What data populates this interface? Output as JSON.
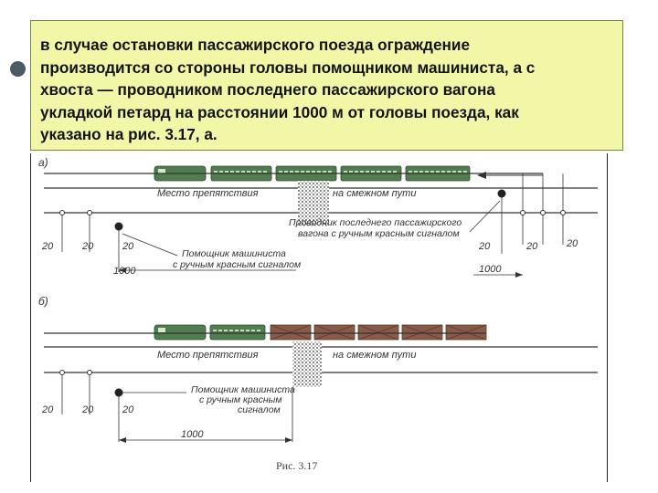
{
  "slide_text": {
    "lines": [
      "в случае остановки пассажирского поезда ограждение",
      "производится со стороны головы помощником машиниста, а с",
      "хвоста — проводником последнего  пассажирского  вагона",
      "укладкой  петард на расстоянии 1000 м  от головы поезда, как",
      "указано на рис. 3.17, а."
    ]
  },
  "figure": {
    "caption": "Рис. 3.17",
    "panel_a": {
      "label": "а)",
      "obstacle_label": "Место препятствия",
      "adjacent_track_label": "на смежном пути",
      "conductor_label_1": "Проводник последнего пассажирского",
      "conductor_label_2": "вагона с ручным красным сигналом",
      "assistant_label_1": "Помощник машиниста",
      "assistant_label_2": "с ручным красным сигналом",
      "left_dims": [
        "20",
        "20",
        "20"
      ],
      "right_dims": [
        "20",
        "20",
        "20"
      ],
      "left_distance": "1000",
      "right_distance": "1000"
    },
    "panel_b": {
      "label": "б)",
      "obstacle_label": "Место препятствия",
      "adjacent_track_label": "на смежном пути",
      "assistant_label_1": "Помощник машиниста",
      "assistant_label_2": "с ручным красным",
      "assistant_label_3": "сигналом",
      "left_dims": [
        "20",
        "20",
        "20"
      ],
      "distance": "1000"
    }
  },
  "colors": {
    "text_box_bg": "#f2f7a8",
    "text_box_border": "#6f8a3c",
    "passenger_car": "#4f7d4f",
    "freight_car": "#8a5a48",
    "bullet": "#4a5b66"
  }
}
